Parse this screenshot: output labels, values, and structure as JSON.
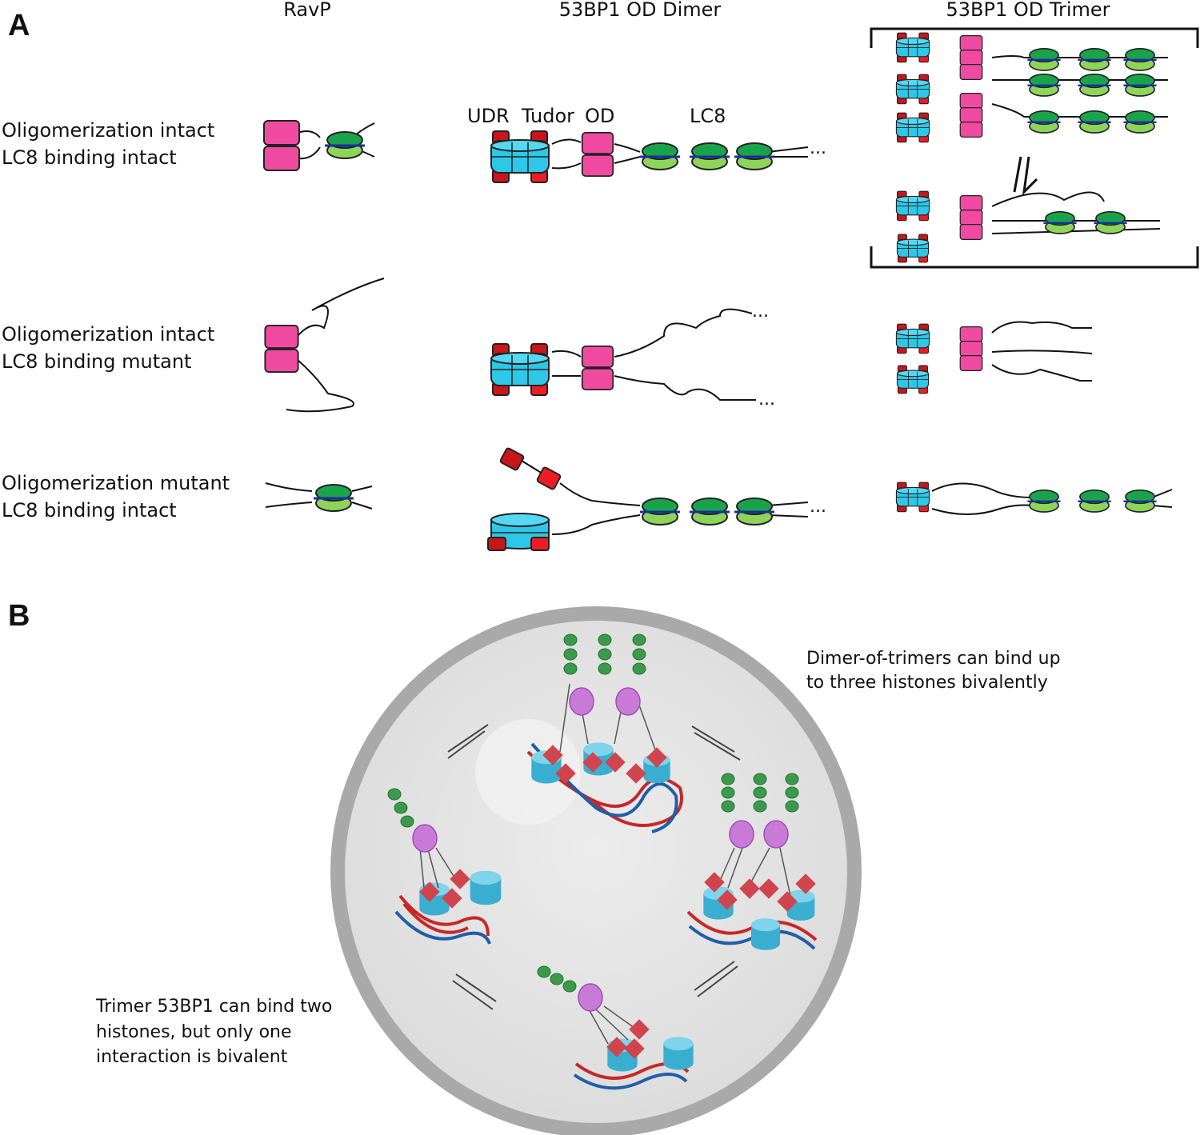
{
  "panel_a": {
    "label": "A",
    "columns": [
      "RavP",
      "53BP1 OD Dimer",
      "53BP1 OD Trimer"
    ],
    "rows": [
      [
        "Oligomerization intact",
        "LC8 binding intact"
      ],
      [
        "Oligomerization intact",
        "LC8 binding mutant"
      ],
      [
        "Oligomerization mutant",
        "LC8 binding intact"
      ]
    ],
    "domains": [
      "UDR",
      "Tudor",
      "OD",
      "LC8"
    ],
    "ellipsis": "..."
  },
  "panel_b": {
    "label": "B",
    "annotation_top": [
      "Dimer-of-trimers can bind up",
      "to three histones bivalently"
    ],
    "annotation_bottom": [
      "Trimer 53BP1 can bind two",
      "histones, but only one",
      "interaction is bivalent"
    ]
  },
  "colors": {
    "od": "#f04ba0",
    "lc8_dark": "#1aa34a",
    "lc8_light": "#8fd45a",
    "tudor": "#2ec7e8",
    "udr_dark": "#c8161b",
    "udr_light": "#ee1c24",
    "histone": "#3aaed0",
    "dna_red": "#c62828",
    "dna_blue": "#1f5ea8",
    "purple": "#c87ad6",
    "nucleus_rim": "#aeaeae",
    "nucleus_fill": "#e6e6e6"
  }
}
